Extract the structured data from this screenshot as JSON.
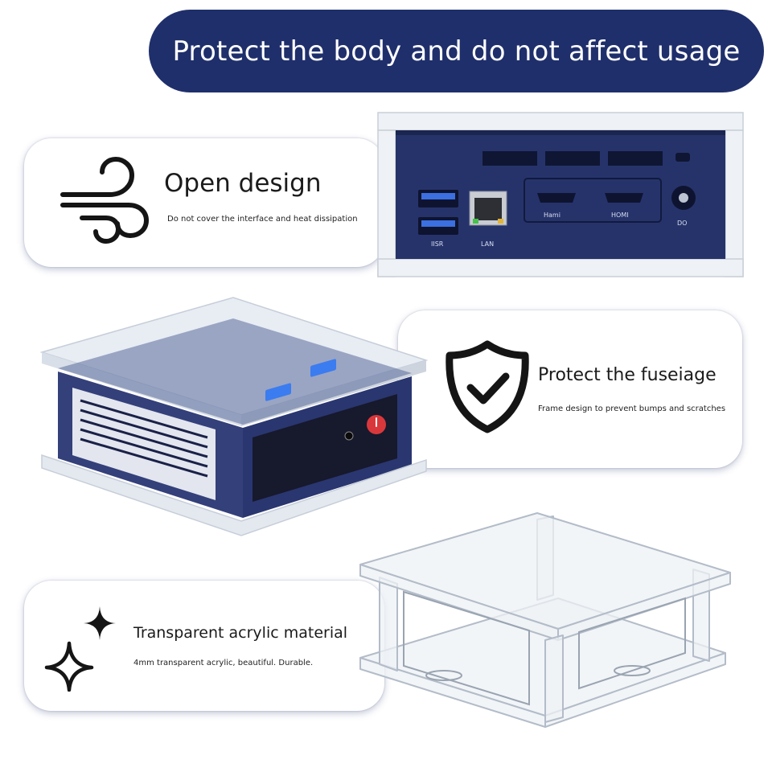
{
  "banner": {
    "title": "Protect the body and do not affect usage"
  },
  "features": [
    {
      "title": "Open design",
      "description": "Do not cover the interface and heat dissipation",
      "icon": "wind-icon"
    },
    {
      "title": "Protect the fuseiage",
      "description": "Frame design to prevent bumps and scratches",
      "icon": "shield-check-icon"
    },
    {
      "title": "Transparent acrylic material",
      "description": "4mm transparent acrylic, beautiful. Durable.",
      "icon": "sparkle-icon"
    }
  ],
  "port_labels": {
    "usb": "IISR",
    "lan": "LAN",
    "hdmi1": "Hami",
    "hdmi2": "HOMI",
    "dc": "DO"
  },
  "colors": {
    "banner": "#1f2f6b",
    "device": "#2c3a74",
    "power_button": "#d8383c"
  }
}
